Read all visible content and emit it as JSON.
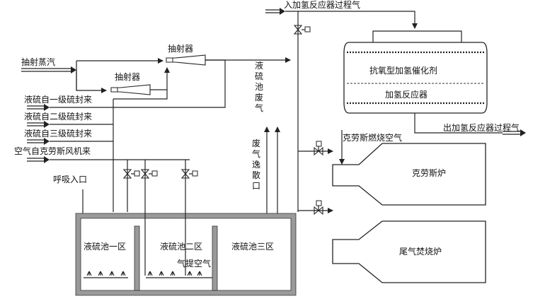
{
  "labels": {
    "inlet_process_gas": "入加氢反应器过程气",
    "extract_steam": "抽射蒸汽",
    "ejector_top": "抽射器",
    "ejector_mid": "抽射器",
    "sulfur_pool_waste_gas": [
      "液",
      "硫",
      "池",
      "废",
      "气"
    ],
    "seal_1": "液硫自一级硫封来",
    "seal_2": "液硫自二级硫封来",
    "seal_3": "液硫自三级硫封来",
    "air_blower": "空气自克劳斯风机来",
    "breath_inlet": "呼吸入口",
    "waste_gas_vent": [
      "废",
      "气",
      "逸",
      "散",
      "口"
    ],
    "catalyst": "抗氧型加氢催化剂",
    "hydro_reactor": "加氢反应器",
    "outlet_process_gas": "出加氢反应器过程气",
    "claus_air": "克劳斯燃烧空气",
    "claus_furnace": "克劳斯炉",
    "tail_gas_incinerator": "尾气焚烧炉",
    "zone_1": "液硫池一区",
    "zone_2": "液硫池二区",
    "zone_3": "液硫池三区",
    "stripping_air": "气提空气"
  }
}
